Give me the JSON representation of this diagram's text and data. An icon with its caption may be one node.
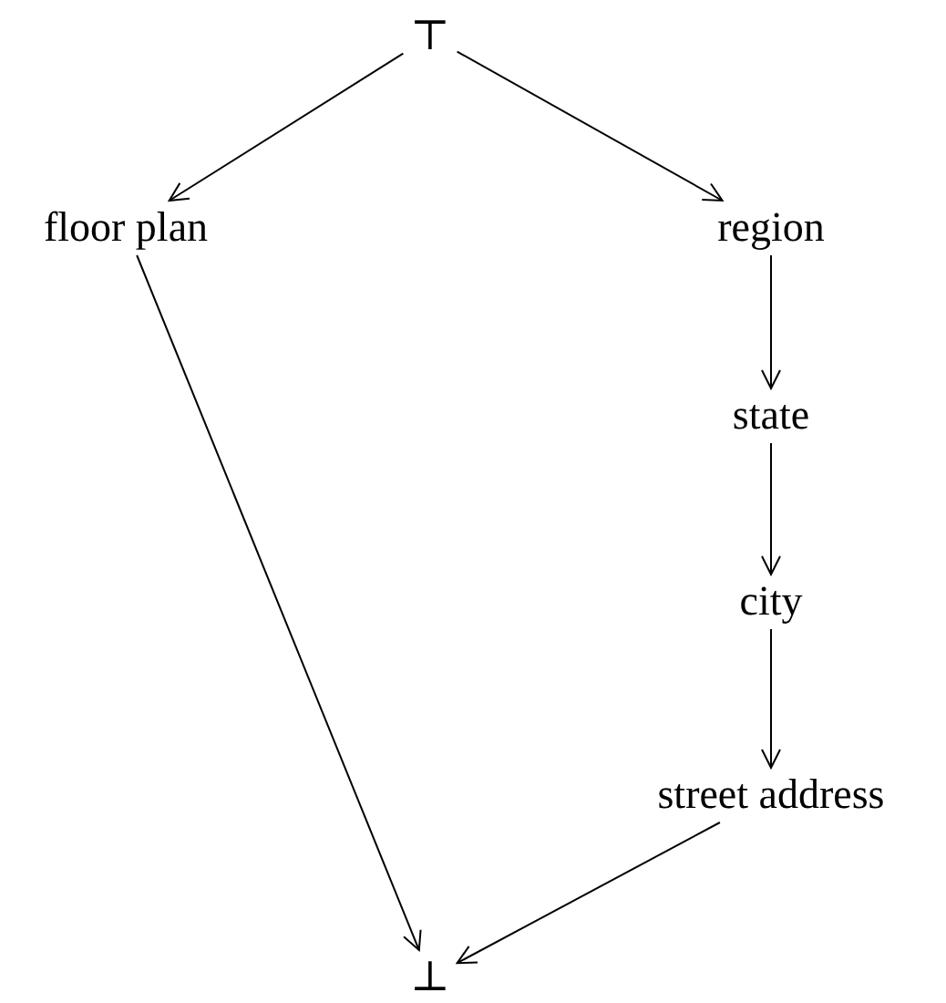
{
  "diagram": {
    "nodes": [
      {
        "text": [
          "⊤"
        ]
      },
      {
        "text": [
          "floor plan"
        ]
      },
      {
        "text": [
          "region"
        ]
      },
      {
        "text": [
          "state"
        ]
      },
      {
        "text": [
          "city"
        ]
      },
      {
        "text": [
          "street address"
        ]
      },
      {
        "text": [
          "⊥"
        ]
      }
    ],
    "edges": [
      {
        "from": 0,
        "to": 1,
        "arrow": "to"
      },
      {
        "from": 0,
        "to": 2,
        "arrow": "to"
      },
      {
        "from": 2,
        "to": 3,
        "arrow": "to"
      },
      {
        "from": 3,
        "to": 4,
        "arrow": "to"
      },
      {
        "from": 4,
        "to": 5,
        "arrow": "to"
      },
      {
        "from": 1,
        "to": 6,
        "arrow": "to"
      },
      {
        "from": 5,
        "to": 6,
        "arrow": "to"
      }
    ]
  }
}
